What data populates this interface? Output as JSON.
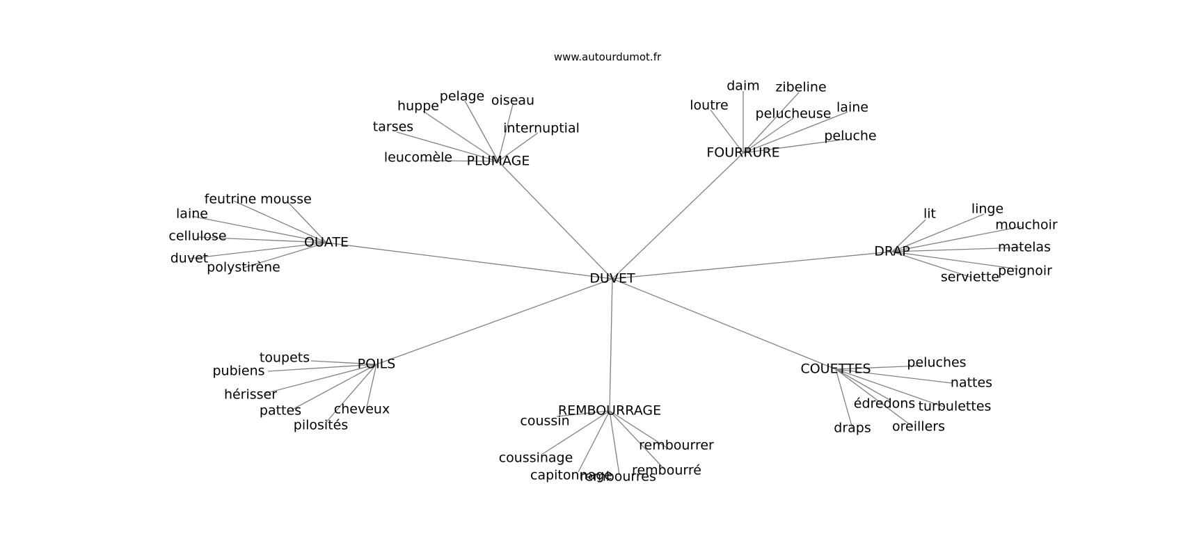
{
  "site": "www.autourdumot.fr",
  "graph": {
    "center": "DUVET",
    "groups": [
      {
        "id": "plumage",
        "label": "PLUMAGE",
        "leaves": [
          "huppe",
          "pelage",
          "oiseau",
          "tarses",
          "internuptial",
          "leucomèle"
        ]
      },
      {
        "id": "fourrure",
        "label": "FOURRURE",
        "leaves": [
          "daim",
          "zibeline",
          "loutre",
          "laine",
          "pelucheuse",
          "peluche"
        ]
      },
      {
        "id": "ouate",
        "label": "OUATE",
        "leaves": [
          "feutrine",
          "mousse",
          "laine",
          "cellulose",
          "duvet",
          "polystirène"
        ]
      },
      {
        "id": "drap",
        "label": "DRAP",
        "leaves": [
          "lit",
          "linge",
          "mouchoir",
          "matelas",
          "peignoir",
          "serviette"
        ]
      },
      {
        "id": "poils",
        "label": "POILS",
        "leaves": [
          "toupets",
          "pubiens",
          "hérisser",
          "pattes",
          "cheveux",
          "pilosités"
        ]
      },
      {
        "id": "rembourrage",
        "label": "REMBOURRAGE",
        "leaves": [
          "coussin",
          "rembourrer",
          "coussinage",
          "rembourré",
          "capitonnage",
          "rembourres"
        ]
      },
      {
        "id": "couettes",
        "label": "COUETTES",
        "leaves": [
          "peluches",
          "nattes",
          "édredons",
          "turbulettes",
          "draps",
          "oreillers"
        ]
      }
    ]
  }
}
